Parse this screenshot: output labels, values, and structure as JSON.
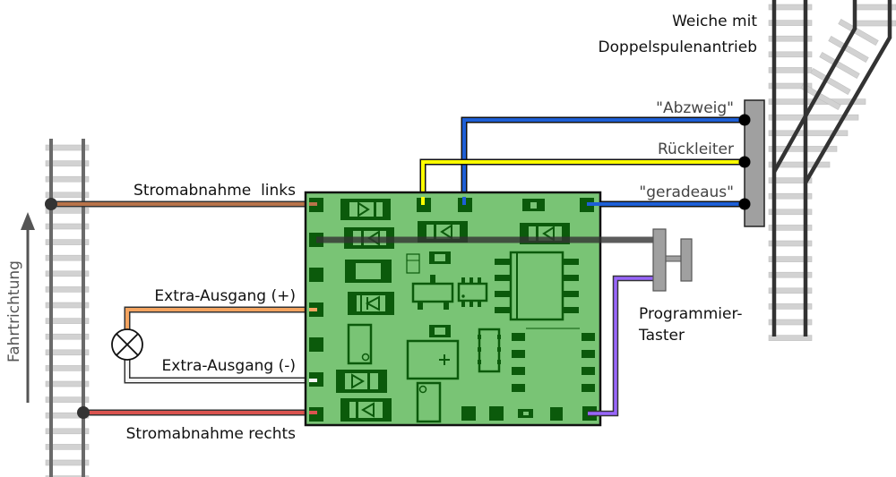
{
  "diagram": {
    "title_turnout": [
      "Weiche mit",
      "Doppelspulenantrieb"
    ],
    "direction_label": "Fahrtrichtung",
    "wires": {
      "pickup_left": {
        "label": "Stromabnahme  links",
        "color": "#b8734a"
      },
      "pickup_right": {
        "label": "Stromabnahme rechts",
        "color": "#d9534f"
      },
      "extra_plus": {
        "label": "Extra-Ausgang (+)",
        "color": "#f4a460"
      },
      "extra_minus": {
        "label": "Extra-Ausgang (-)",
        "color": "#f0f0f0"
      },
      "branch": {
        "label": "\"Abzweig\"",
        "color": "#1e5fd6"
      },
      "common_return": {
        "label": "Rückleiter",
        "color": "#ffff00"
      },
      "straight": {
        "label": "\"geradeaus\"",
        "color": "#1e5fd6"
      },
      "prog_button": {
        "color": "#9966ff"
      },
      "button_bar": {
        "color": "#444444"
      }
    },
    "programming_button_label": [
      "Programmier-",
      "Taster"
    ],
    "lamp_symbol": "⊗",
    "colors": {
      "pcb_fill": "#79c475",
      "pcb_component": "#0b5a0b",
      "switch_machine": "#a0a0a0",
      "rail": "#333333"
    }
  }
}
